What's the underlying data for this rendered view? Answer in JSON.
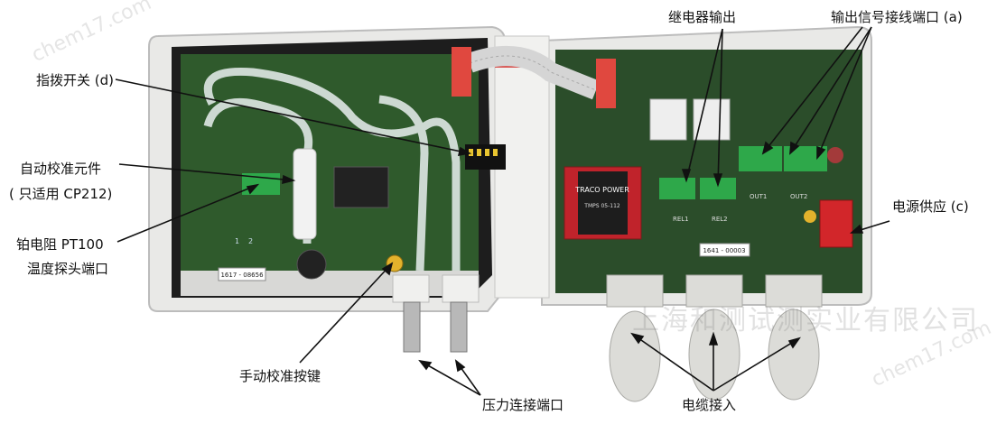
{
  "labels": {
    "relay_output": "继电器输出",
    "output_signal_terminal": "输出信号接线端口 (a)",
    "dip_switch": "指拨开关 (d)",
    "auto_calib_line1": "自动校准元件",
    "auto_calib_line2": "( 只适用 CP212)",
    "pt100_line1": "铂电阻 PT100",
    "pt100_line2": "温度探头端口",
    "power_supply": "电源供应 (c)",
    "manual_calib_button": "手动校准按键",
    "pressure_ports": "压力连接端口",
    "cable_entry": "电缆接入"
  },
  "board_text": {
    "sticker_left": "1617 - 08656",
    "sticker_right": "1641 - 00003",
    "traco_brand": "TRACO POWER",
    "traco_model": "TMPS 05-112",
    "rel1": "REL1",
    "rel2": "REL2",
    "out1": "OUT1",
    "out2": "OUT2",
    "pt_pin1": "1",
    "pt_pin2": "2"
  },
  "watermark": {
    "company": "上海和测试测实业有限公司",
    "site_left": "chem17.com",
    "site_right": "chem17.com"
  },
  "colors": {
    "pcb_green": "#2f5a2c",
    "terminal_green": "#2ea84a",
    "power_connector_red": "#d2262a",
    "traco_red": "#c0232b",
    "housing": "#e9e9e7"
  }
}
